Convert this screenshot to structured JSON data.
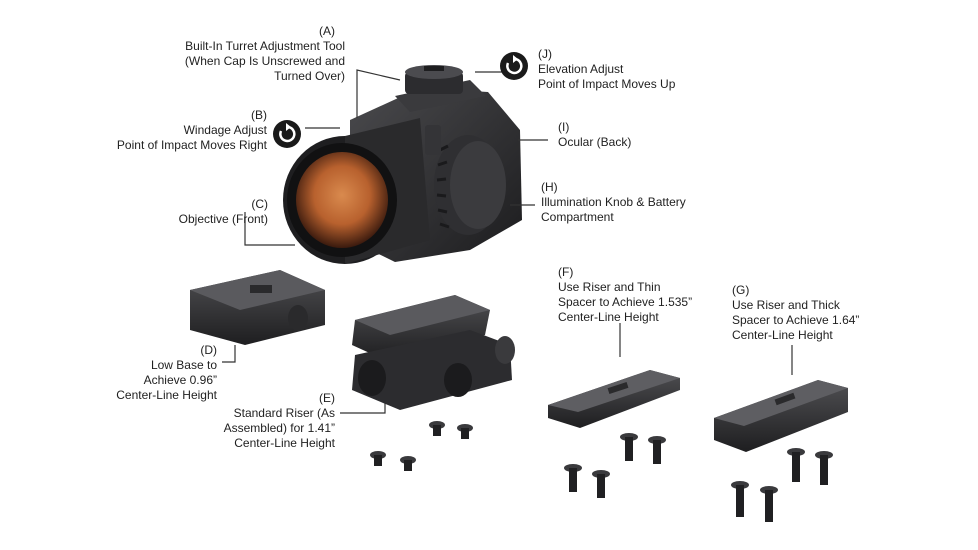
{
  "callouts": {
    "A": {
      "letter": "(A)",
      "lines": [
        "Built-In Turret Adjustment Tool",
        "(When Cap Is Unscrewed and",
        "Turned Over)"
      ]
    },
    "B": {
      "letter": "(B)",
      "lines": [
        "Windage Adjust",
        "Point of Impact Moves Right"
      ]
    },
    "C": {
      "letter": "(C)",
      "lines": [
        "Objective (Front)"
      ]
    },
    "D": {
      "letter": "(D)",
      "lines": [
        "Low Base to",
        "Achieve 0.96”",
        "Center-Line Height"
      ]
    },
    "E": {
      "letter": "(E)",
      "lines": [
        "Standard Riser (As",
        "Assembled) for 1.41”",
        "Center-Line Height"
      ]
    },
    "F": {
      "letter": "(F)",
      "lines": [
        "Use Riser and Thin",
        "Spacer to Achieve 1.535”",
        "Center-Line Height"
      ]
    },
    "G": {
      "letter": "(G)",
      "lines": [
        "Use Riser and Thick",
        "Spacer to Achieve 1.64”",
        "Center-Line Height"
      ]
    },
    "H": {
      "letter": "(H)",
      "lines": [
        "Illumination Knob & Battery",
        "Compartment"
      ]
    },
    "I": {
      "letter": "(I)",
      "lines": [
        "Ocular (Back)"
      ]
    },
    "J": {
      "letter": "(J)",
      "lines": [
        "Elevation Adjust",
        "Point of Impact Moves Up"
      ]
    }
  },
  "icons": [
    "rotate-clockwise-icon",
    "rotate-clockwise-icon"
  ],
  "colors": {
    "body": "#2b2b2d",
    "lens_center": "#c9763e",
    "lens_edge": "#3a1a0e",
    "text": "#1f1f1f"
  }
}
